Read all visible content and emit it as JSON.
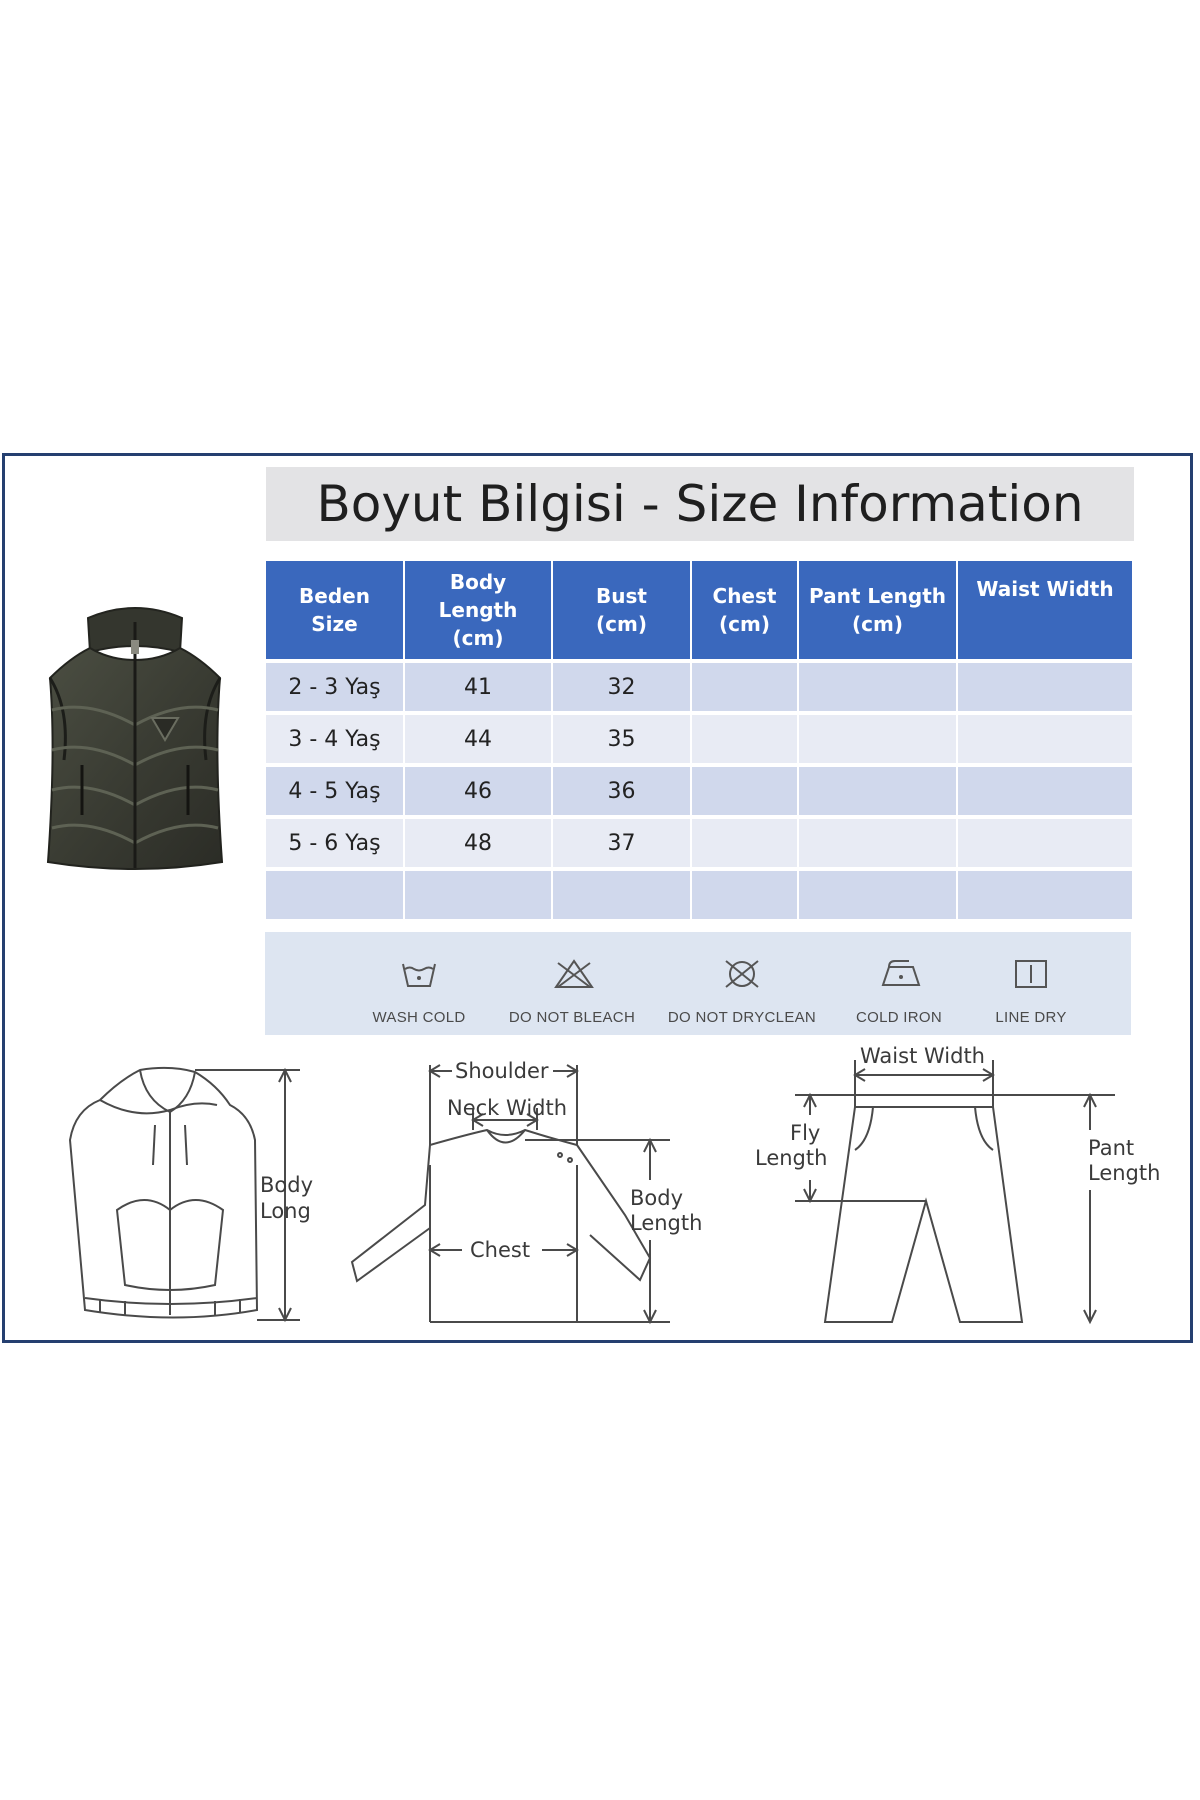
{
  "title": "Boyut Bilgisi - Size Information",
  "table": {
    "headers": [
      [
        "Beden",
        "Size"
      ],
      [
        "Body Length",
        "(cm)"
      ],
      [
        "Bust",
        "(cm)"
      ],
      [
        "Chest",
        "(cm)"
      ],
      [
        "Pant Length",
        "(cm)"
      ],
      [
        "Waist Width",
        ""
      ]
    ],
    "rows": [
      [
        "2 - 3 Yaş",
        "41",
        "32",
        "",
        "",
        ""
      ],
      [
        "3 - 4 Yaş",
        "44",
        "35",
        "",
        "",
        ""
      ],
      [
        "4 - 5 Yaş",
        "46",
        "36",
        "",
        "",
        ""
      ],
      [
        "5 - 6 Yaş",
        "48",
        "37",
        "",
        "",
        ""
      ],
      [
        "",
        "",
        "",
        "",
        "",
        ""
      ]
    ]
  },
  "care": {
    "wash": "WASH COLD",
    "bleach": "DO NOT BLEACH",
    "dryclean": "DO NOT DRYCLEAN",
    "iron": "COLD IRON",
    "dry": "LINE DRY"
  },
  "diagram": {
    "vest": {
      "body_long_1": "Body",
      "body_long_2": "Long"
    },
    "top": {
      "shoulder": "Shoulder",
      "neck_width": "Neck Width",
      "chest": "Chest",
      "body_length_1": "Body",
      "body_length_2": "Length"
    },
    "pants": {
      "waist_width": "Waist Width",
      "fly_length_1": "Fly",
      "fly_length_2": "Length",
      "pant_length_1": "Pant",
      "pant_length_2": "Length"
    }
  },
  "colors": {
    "frame": "#253f70",
    "header": "#3a68bd",
    "row_dark": "#d0d8ec",
    "row_light": "#e8ebf4",
    "care_bg": "#dde5f1",
    "vest": "#3f4236"
  }
}
